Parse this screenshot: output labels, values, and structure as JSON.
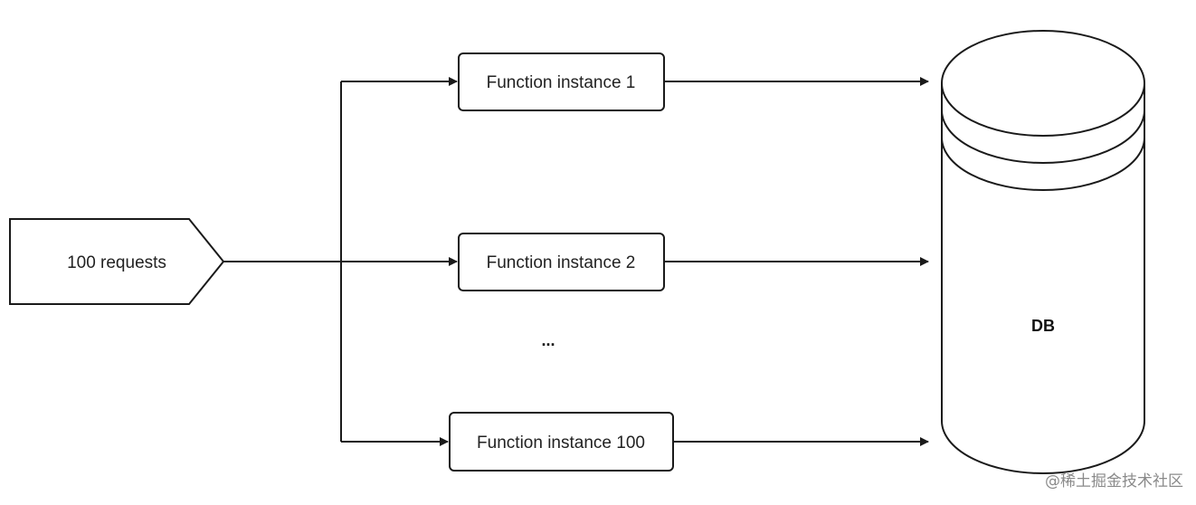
{
  "diagram": {
    "source": {
      "label": "100 requests"
    },
    "instances": [
      {
        "label": "Function instance 1"
      },
      {
        "label": "Function instance 2"
      },
      {
        "label": "Function instance 100"
      }
    ],
    "ellipsis": "...",
    "database": {
      "label": "DB"
    }
  },
  "watermark": "@稀土掘金技术社区",
  "colors": {
    "stroke": "#1a1a1a",
    "text": "#222222",
    "background": "#ffffff"
  }
}
